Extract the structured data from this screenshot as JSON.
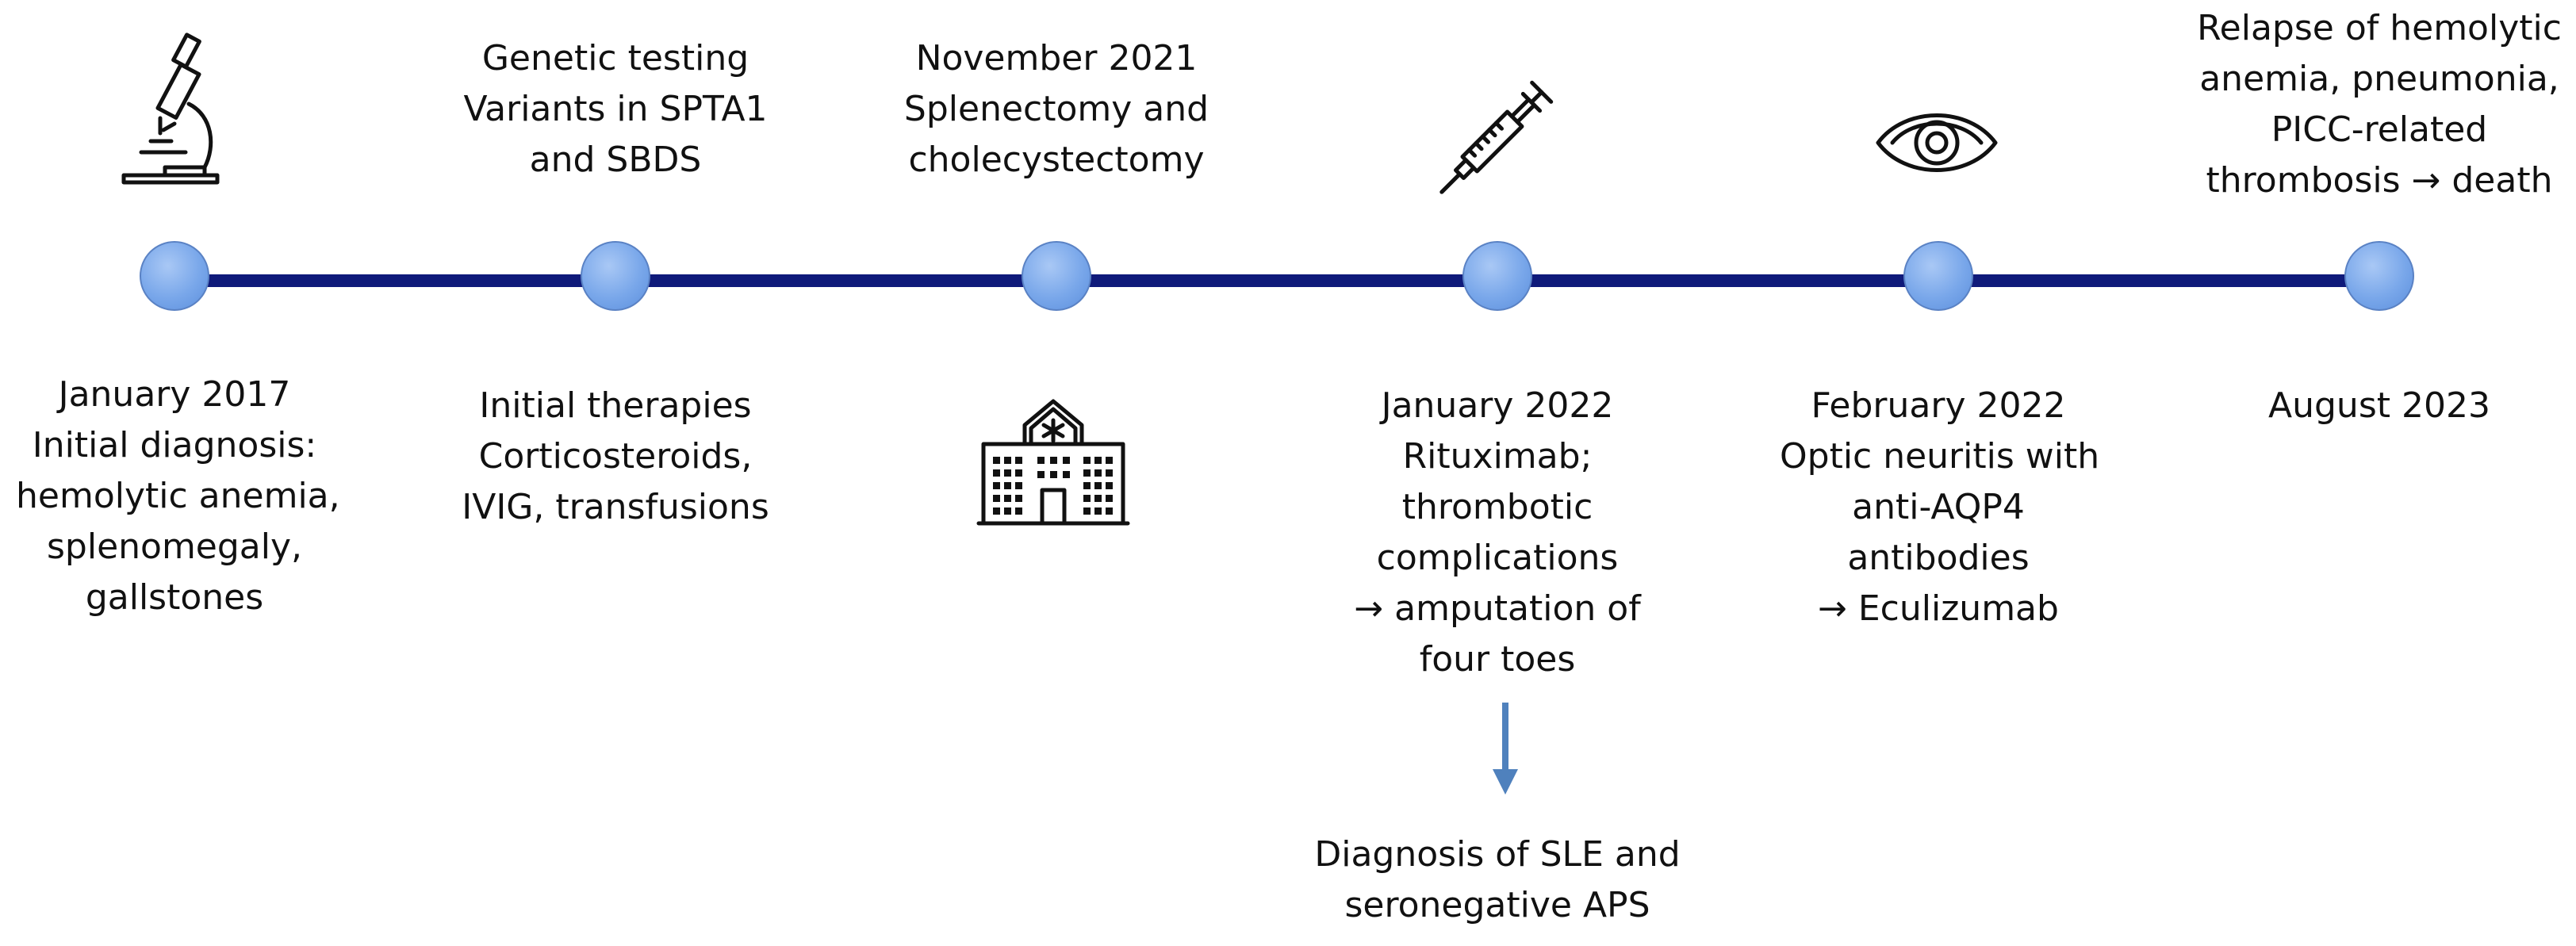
{
  "colors": {
    "timeline": "#0f1a7a",
    "node_fill": "#79a7ea",
    "node_border": "#5a82c4",
    "arrow": "#4f81bd"
  },
  "icons": [
    "microscope-icon",
    "hospital-icon",
    "syringe-icon",
    "eye-icon"
  ],
  "events": [
    {
      "lines": [
        "January 2017",
        "Initial diagnosis:",
        "hemolytic anemia,",
        "splenomegaly,",
        "gallstones"
      ]
    },
    {
      "top_lines": [
        "Genetic testing",
        "Variants in SPTA1",
        "and SBDS"
      ],
      "lines": [
        "Initial therapies",
        "Corticosteroids,",
        "IVIG, transfusions"
      ]
    },
    {
      "top_lines": [
        "November 2021",
        "Splenectomy and",
        "cholecystectomy"
      ]
    },
    {
      "lines": [
        "January 2022",
        "Rituximab;",
        "thrombotic",
        "complications",
        "→ amputation of",
        "four toes"
      ],
      "followup": [
        "Diagnosis of SLE and",
        "seronegative APS"
      ]
    },
    {
      "lines": [
        "February 2022",
        "Optic neuritis with",
        "anti-AQP4",
        "antibodies",
        "→ Eculizumab"
      ]
    },
    {
      "top_lines": [
        "Relapse of hemolytic",
        "anemia, pneumonia,",
        "PICC-related",
        "thrombosis → death"
      ],
      "lines": [
        "August 2023"
      ]
    }
  ]
}
